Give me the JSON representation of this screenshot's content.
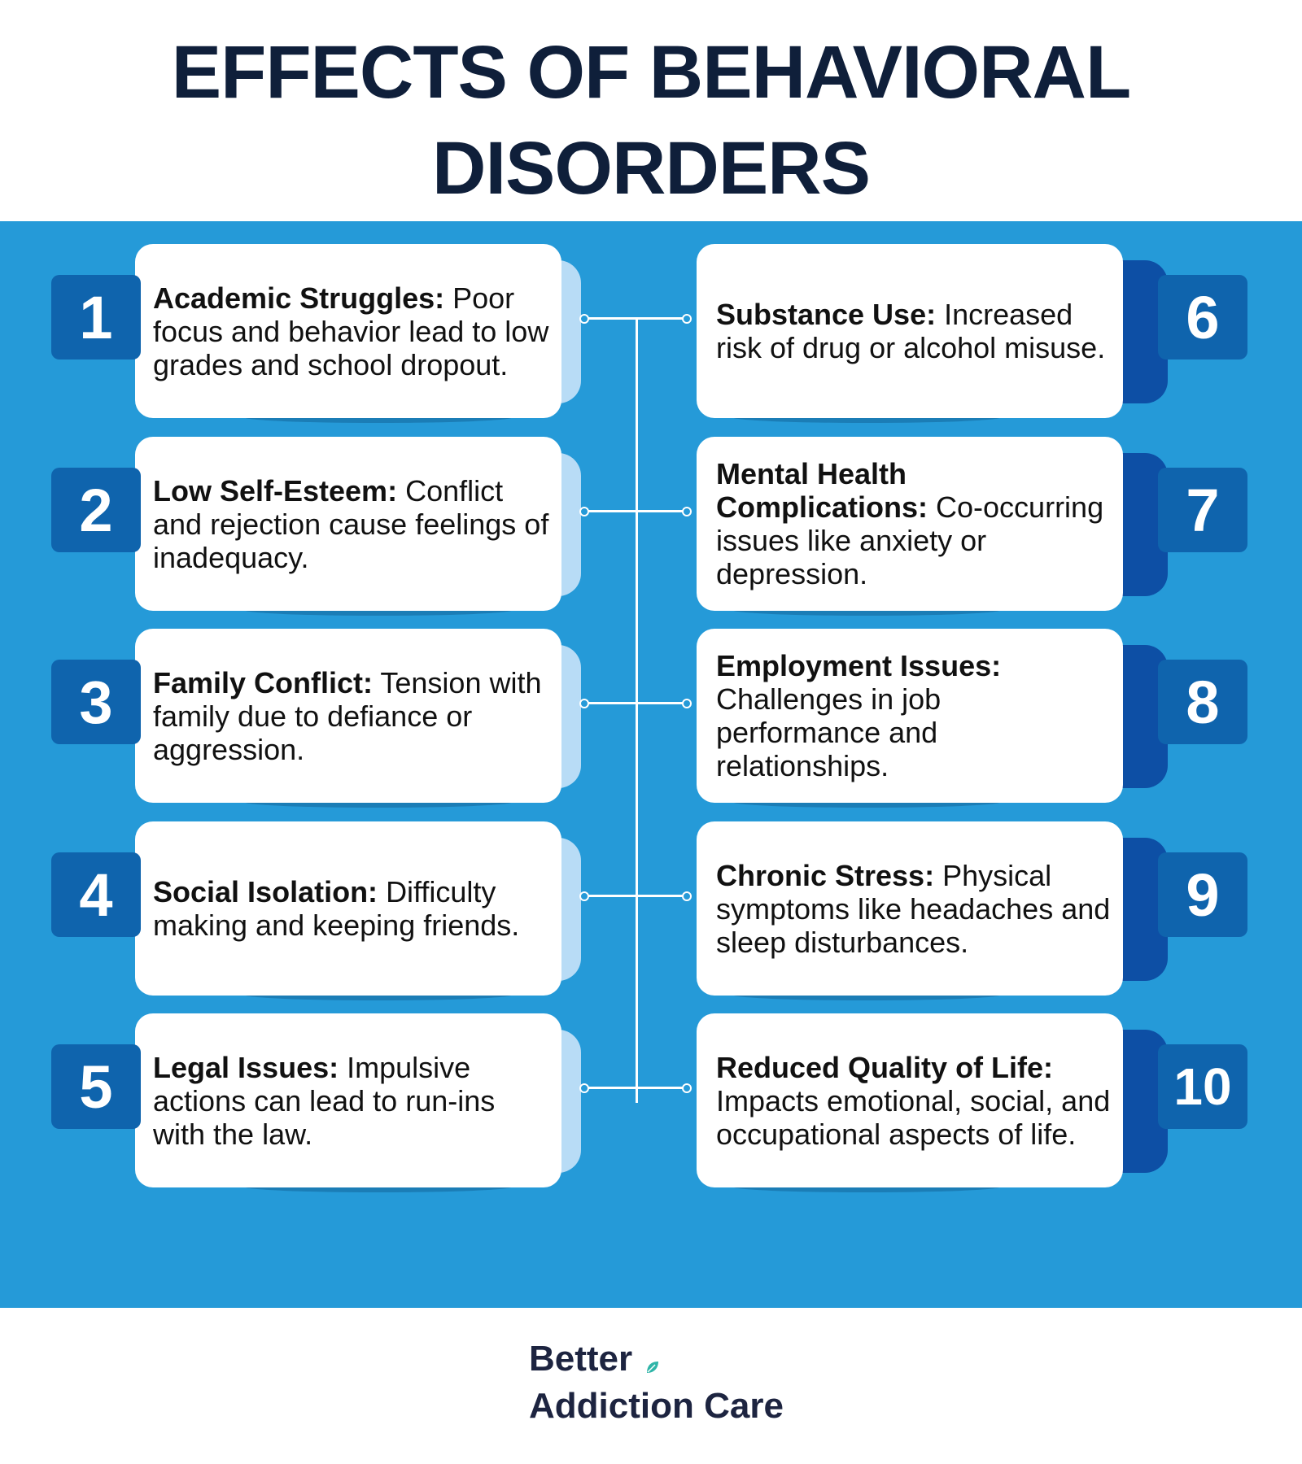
{
  "title": {
    "line1": "EFFECTS OF BEHAVIORAL",
    "line2": "DISORDERS"
  },
  "items": [
    {
      "number": "1",
      "heading": "Academic Struggles:",
      "text": "Poor focus and behavior lead to low grades and school dropout."
    },
    {
      "number": "2",
      "heading": "Low Self-Esteem:",
      "text": "Conflict and rejection cause feelings of inadequacy."
    },
    {
      "number": "3",
      "heading": "Family Conflict:",
      "text": "Tension with family due to defiance or aggression."
    },
    {
      "number": "4",
      "heading": "Social Isolation:",
      "text": "Difficulty making and keeping friends."
    },
    {
      "number": "5",
      "heading": "Legal Issues:",
      "text": "Impulsive actions can lead to run-ins with the law."
    },
    {
      "number": "6",
      "heading": "Substance Use:",
      "text": "Increased risk of drug or alcohol misuse."
    },
    {
      "number": "7",
      "heading": "Mental Health Complications:",
      "text": "Co-occurring issues like anxiety or depression."
    },
    {
      "number": "8",
      "heading": "Employment Issues:",
      "text": "Challenges in job performance and relationships."
    },
    {
      "number": "9",
      "heading": "Chronic Stress:",
      "text": "Physical symptoms like headaches and sleep disturbances."
    },
    {
      "number": "10",
      "heading": "Reduced Quality of Life:",
      "text": "Impacts emotional, social, and occupational aspects of life."
    }
  ],
  "logo": {
    "line1": "Better",
    "line2": "Addiction Care"
  },
  "colors": {
    "panel": "#259ad8",
    "badge": "#0f64ad",
    "title": "#0f1f3a"
  }
}
